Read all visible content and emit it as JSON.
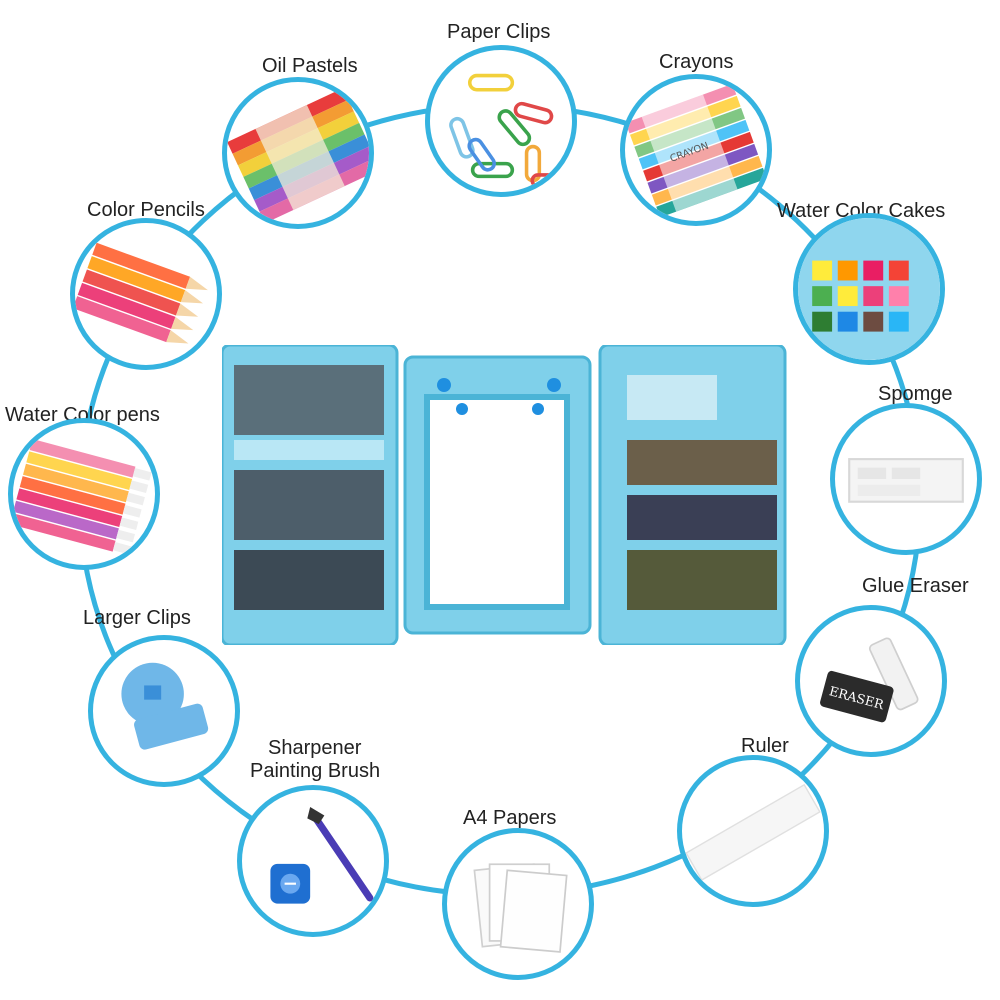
{
  "colors": {
    "accent": "#35b3e0",
    "case_blue": "#7fd0ea",
    "case_dark": "#4bb4d6"
  },
  "labels": {
    "oil_pastels": "Oil Pastels",
    "paper_clips": "Paper Clips",
    "crayons": "Crayons",
    "color_pencils": "Color Pencils",
    "water_color_cakes": "Water Color Cakes",
    "water_color_pens": "Water Color pens",
    "spomge": "Spomge",
    "larger_clips": "Larger Clips",
    "glue_eraser": "Glue Eraser",
    "sharpener_line1": "Sharpener",
    "sharpener_line2": "Painting Brush",
    "ruler": "Ruler",
    "a4_papers": "A4 Papers"
  },
  "eraser_text": "ERASER",
  "crayon_text": "CRAYON"
}
